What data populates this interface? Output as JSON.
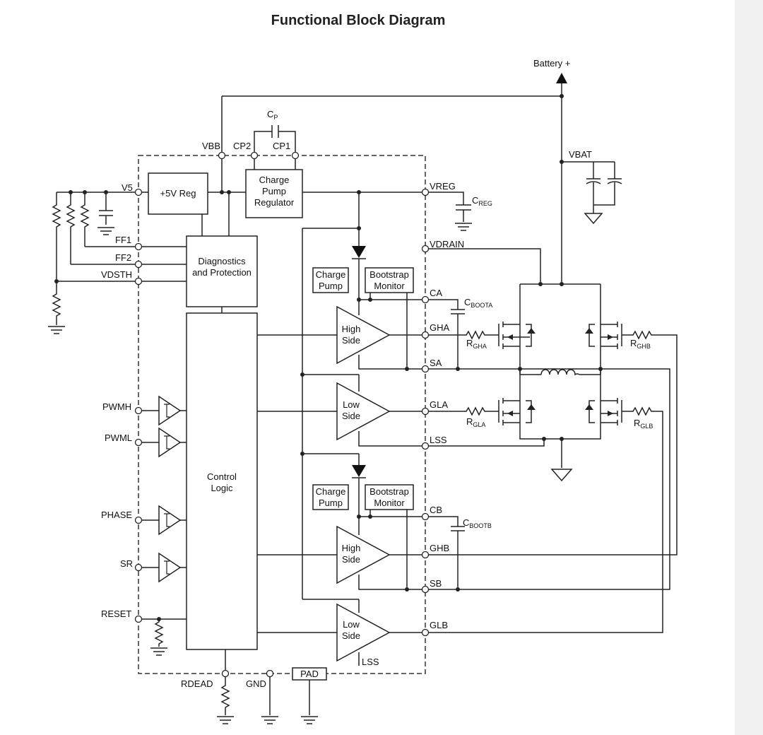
{
  "title": "Functional Block Diagram",
  "supply": {
    "battery": "Battery +",
    "vbat": "VBAT"
  },
  "blocks": {
    "reg5v": "+5V Reg",
    "charge_pump_regulator": [
      "Charge",
      "Pump",
      "Regulator"
    ],
    "diagnostics": [
      "Diagnostics",
      "and Protection"
    ],
    "control_logic": [
      "Control",
      "Logic"
    ],
    "charge_pump": [
      "Charge",
      "Pump"
    ],
    "bootstrap_monitor": [
      "Bootstrap",
      "Monitor"
    ],
    "high_side": [
      "High",
      "Side"
    ],
    "low_side": [
      "Low",
      "Side"
    ],
    "pad": "PAD"
  },
  "pins": {
    "v5": "V5",
    "vbb": "VBB",
    "cp2": "CP2",
    "cp1": "CP1",
    "vreg": "VREG",
    "ff1": "FF1",
    "ff2": "FF2",
    "vdsth": "VDSTH",
    "vdrain": "VDRAIN",
    "ca": "CA",
    "gha": "GHA",
    "sa": "SA",
    "gla": "GLA",
    "lss": "LSS",
    "cb": "CB",
    "ghb": "GHB",
    "sb": "SB",
    "glb": "GLB",
    "pwmh": "PWMH",
    "pwml": "PWML",
    "phase": "PHASE",
    "sr": "SR",
    "reset": "RESET",
    "rdead": "RDEAD",
    "gnd": "GND"
  },
  "components": {
    "cp": {
      "main": "C",
      "sub": "P"
    },
    "creg": {
      "main": "C",
      "sub": "REG"
    },
    "cboota": {
      "main": "C",
      "sub": "BOOTA"
    },
    "cbootb": {
      "main": "C",
      "sub": "BOOTB"
    },
    "rgha": {
      "main": "R",
      "sub": "GHA"
    },
    "rghb": {
      "main": "R",
      "sub": "GHB"
    },
    "rgla": {
      "main": "R",
      "sub": "GLA"
    },
    "rglb": {
      "main": "R",
      "sub": "GLB"
    }
  }
}
